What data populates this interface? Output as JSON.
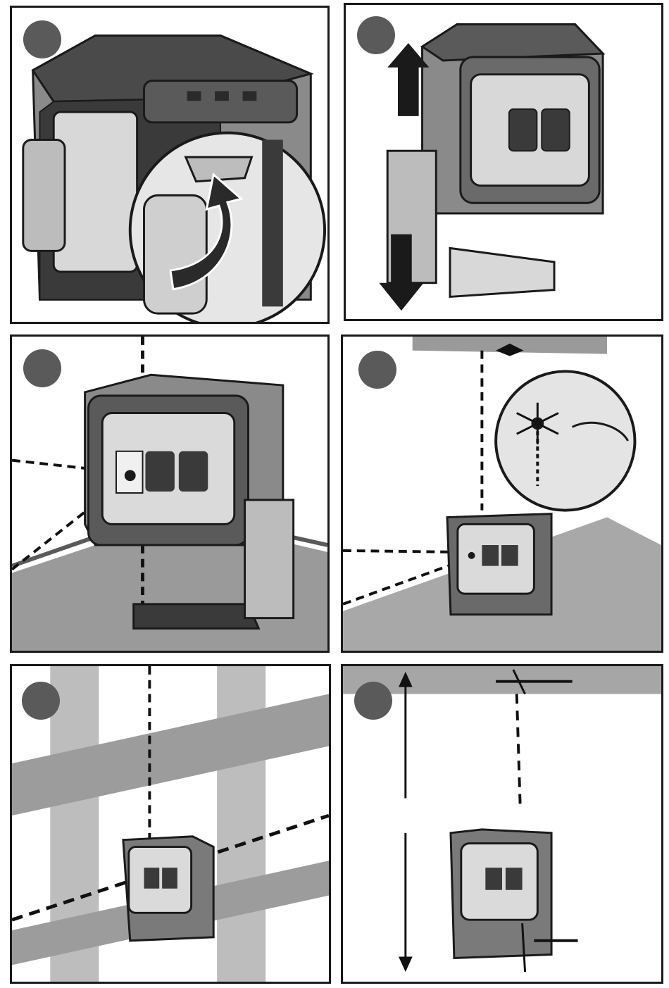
{
  "colors": {
    "frame": "#1a1a1a",
    "dark": "#3a3a3a",
    "mid": "#8a8a8a",
    "light": "#d8d8d8",
    "step_dot": "#5a5a5a",
    "beam": "#111111"
  },
  "panels": [
    {
      "id": "p1",
      "step_number": "",
      "icon": "battery-door-release"
    },
    {
      "id": "p2",
      "step_number": "",
      "icon": "slide-base-arrows"
    },
    {
      "id": "p3",
      "step_number": "",
      "icon": "cross-line-on-floor"
    },
    {
      "id": "p4",
      "step_number": "",
      "icon": "mark-ceiling-point"
    },
    {
      "id": "p5",
      "step_number": "",
      "icon": "cross-line-on-wall-grid"
    },
    {
      "id": "p6",
      "step_number": "",
      "icon": "plumb-point-floor-to-ceiling"
    }
  ]
}
